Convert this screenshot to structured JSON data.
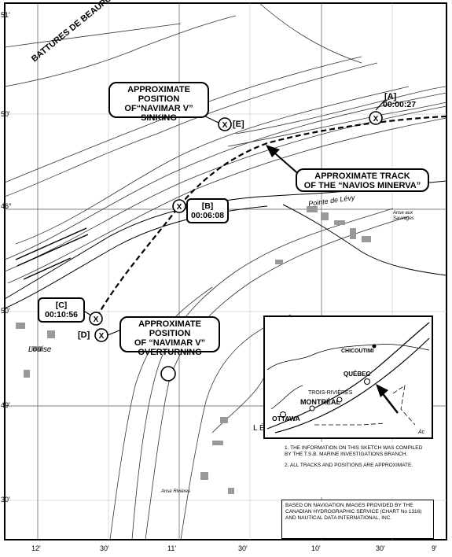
{
  "place_label": "BATTURES DE BEAUPORT",
  "callouts": {
    "sinking": {
      "line1": "APPROXIMATE POSITION",
      "line2": "OF“NAVIMAR V”",
      "line3": "SINKING"
    },
    "track": {
      "line1": "APPROXIMATE TRACK",
      "line2": "OF THE “NAVIOS MINERVA”"
    },
    "overturning": {
      "line1": "APPROXIMATE POSITION",
      "line2": "OF “NAVIMAR V”",
      "line3": "OVERTURNING"
    }
  },
  "points": {
    "a": {
      "id": "[A]",
      "time": "00:00:27"
    },
    "b": {
      "id": "[B]",
      "time": "00:06:08"
    },
    "c": {
      "id": "[C]",
      "time": "00:10:56"
    },
    "d": {
      "id": "[D]"
    },
    "e": {
      "id": "[E]"
    }
  },
  "marker_symbol": "X",
  "left_ticks": [
    "51'",
    "50'",
    "46°",
    "50'",
    "49'",
    "30'"
  ],
  "bottom_ticks": [
    "12'",
    "30'",
    "11'",
    "30'",
    "10'",
    "30'",
    "9'"
  ],
  "chart_text": {
    "pointe": "Pointe de Lévy",
    "louise": "Louise",
    "anse": "Anse aux Sauvages",
    "anse_bottom": "Anse Rivières",
    "le": "L  É"
  },
  "inset": {
    "cities": {
      "chicoutimi": "CHICOUTIMI",
      "quebec": "QUÉBEC",
      "trois_rivieres": "TROIS-RIVIÈRES",
      "montreal": "MONTRÉAL",
      "ottawa": "OTTAWA"
    },
    "code": "Ac"
  },
  "notes": [
    "1.  THE INFORMATION ON THIS SKETCH WAS COMPILED BY THE T.S.B. MARINE INVESTIGATIONS BRANCH.",
    "2.  ALL TRACKS AND POSITIONS ARE APPROXIMATE."
  ],
  "credit": "BASED ON NAVIGATION IMAGES PROVIDED BY THE CANADIAN HYDROGRAPHIC SERVICE (CHART No 1316) AND NAUTICAL DATA INTERNATIONAL, INC."
}
